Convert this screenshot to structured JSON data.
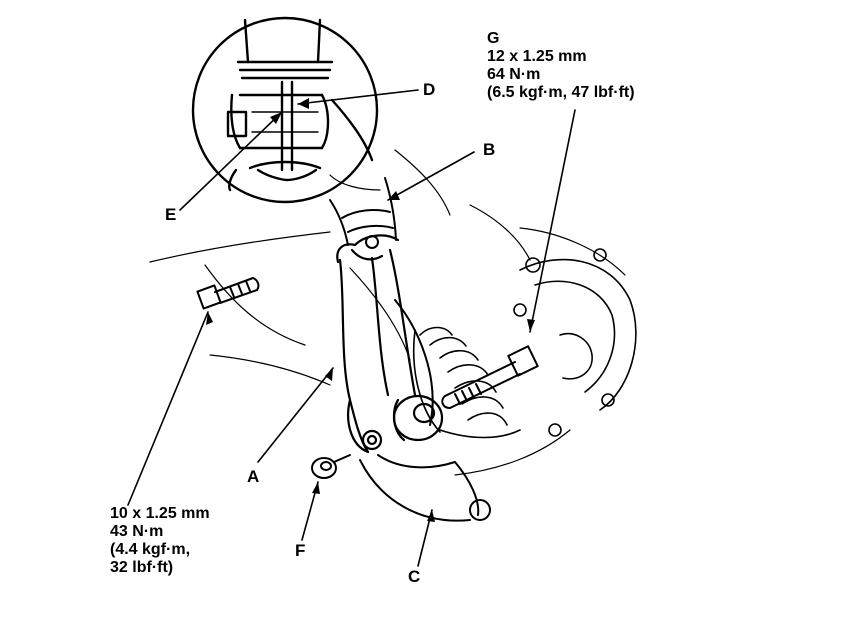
{
  "labels": {
    "A": "A",
    "B": "B",
    "C": "C",
    "D": "D",
    "E": "E",
    "F": "F",
    "G": "G"
  },
  "spec_g": {
    "size": "12 x 1.25 mm",
    "torque": "64 N·m",
    "torque_alt": "(6.5 kgf·m, 47 lbf·ft)"
  },
  "spec_bolt": {
    "size": "10 x 1.25 mm",
    "torque": "43 N·m",
    "torque_alt_1": "(4.4 kgf·m,",
    "torque_alt_2": "32 lbf·ft)"
  },
  "colors": {
    "ink": "#000000",
    "paper": "#ffffff"
  }
}
